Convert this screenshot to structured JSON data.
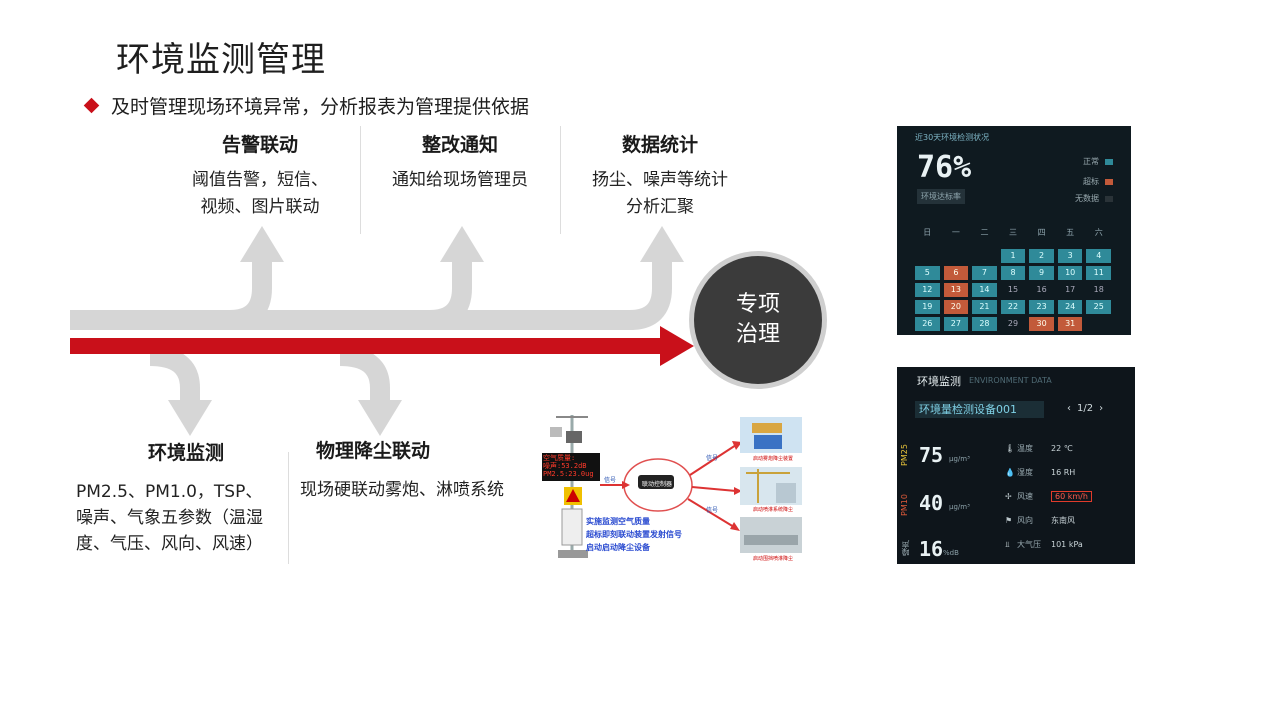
{
  "title": "环境监测管理",
  "subtitle": "及时管理现场环境异常，分析报表为管理提供依据",
  "top_columns": [
    {
      "heading": "告警联动",
      "desc": [
        "阈值告警，短信、",
        "视频、图片联动"
      ]
    },
    {
      "heading": "整改通知",
      "desc": [
        "通知给现场管理员"
      ]
    },
    {
      "heading": "数据统计",
      "desc": [
        "扬尘、噪声等统计",
        "分析汇聚"
      ]
    }
  ],
  "circle": [
    "专项",
    "治理"
  ],
  "bottom_columns": [
    {
      "heading": "环境监测",
      "desc": [
        "PM2.5、PM1.0，TSP、",
        "噪声、气象五参数（温湿",
        "度、气压、风向、风速）"
      ]
    },
    {
      "heading": "物理降尘联动",
      "desc": [
        "现场硬联动雾炮、淋喷系统"
      ]
    }
  ],
  "illustration": {
    "screen_lines": [
      "空气质量:",
      "噪声:53.2dB",
      "PM2.5:23.0ug"
    ],
    "controller_label": "联动控制器",
    "signal_labels": [
      "信号",
      "信号",
      "信号"
    ],
    "red_texts": [
      "实施监测空气质量",
      "超标即刻联动装置发射信号",
      "启动启动降尘设备"
    ],
    "device_labels": [
      "启动雾炮降尘装置",
      "启动喷淋系统降尘",
      "启动围挡喷淋降尘"
    ]
  },
  "dash1": {
    "caption": "近30天环境检测状况",
    "percent": "76%",
    "rate_label": "环境达标率",
    "legend": [
      {
        "label": "正常",
        "color": "#2f8a99"
      },
      {
        "label": "超标",
        "color": "#c25a3a"
      },
      {
        "label": "无数据",
        "color": "#2a3338"
      }
    ],
    "weekdays": [
      "日",
      "一",
      "二",
      "三",
      "四",
      "五",
      "六"
    ],
    "weeks": [
      [
        {
          "d": "",
          "s": "e"
        },
        {
          "d": "",
          "s": "e"
        },
        {
          "d": "",
          "s": "e"
        },
        {
          "d": "1",
          "s": "n"
        },
        {
          "d": "2",
          "s": "n"
        },
        {
          "d": "3",
          "s": "n"
        },
        {
          "d": "4",
          "s": "n"
        }
      ],
      [
        {
          "d": "5",
          "s": "n"
        },
        {
          "d": "6",
          "s": "o"
        },
        {
          "d": "7",
          "s": "n"
        },
        {
          "d": "8",
          "s": "n"
        },
        {
          "d": "9",
          "s": "n"
        },
        {
          "d": "10",
          "s": "n"
        },
        {
          "d": "11",
          "s": "n"
        }
      ],
      [
        {
          "d": "12",
          "s": "n"
        },
        {
          "d": "13",
          "s": "o"
        },
        {
          "d": "14",
          "s": "n"
        },
        {
          "d": "15",
          "s": "e"
        },
        {
          "d": "16",
          "s": "e"
        },
        {
          "d": "17",
          "s": "e"
        },
        {
          "d": "18",
          "s": "e"
        }
      ],
      [
        {
          "d": "19",
          "s": "n"
        },
        {
          "d": "20",
          "s": "o"
        },
        {
          "d": "21",
          "s": "n"
        },
        {
          "d": "22",
          "s": "n"
        },
        {
          "d": "23",
          "s": "n"
        },
        {
          "d": "24",
          "s": "n"
        },
        {
          "d": "25",
          "s": "n"
        }
      ],
      [
        {
          "d": "26",
          "s": "n"
        },
        {
          "d": "27",
          "s": "n"
        },
        {
          "d": "28",
          "s": "n"
        },
        {
          "d": "29",
          "s": "e"
        },
        {
          "d": "30",
          "s": "o"
        },
        {
          "d": "31",
          "s": "o"
        },
        {
          "d": "",
          "s": "e"
        }
      ]
    ]
  },
  "dash2": {
    "title": "环境监测",
    "title_en": "ENVIRONMENT DATA",
    "device": "环境量检测设备001",
    "page": "1/2",
    "big": [
      {
        "tag": "PM25",
        "value": "75",
        "unit": "μg/m³"
      },
      {
        "tag": "PM10",
        "value": "40",
        "unit": "μg/m³"
      },
      {
        "tag": "噪声",
        "value": "16",
        "unit": "%dB"
      }
    ],
    "metrics": [
      {
        "icon": "🌡",
        "label": "温度",
        "value": "22 ℃",
        "warn": false
      },
      {
        "icon": "💧",
        "label": "湿度",
        "value": "16 RH",
        "warn": false
      },
      {
        "icon": "✢",
        "label": "风速",
        "value": "60 km/h",
        "warn": true
      },
      {
        "icon": "⚑",
        "label": "风向",
        "value": "东南风",
        "warn": false
      },
      {
        "icon": "⫫",
        "label": "大气压",
        "value": "101 kPa",
        "warn": false
      }
    ]
  }
}
